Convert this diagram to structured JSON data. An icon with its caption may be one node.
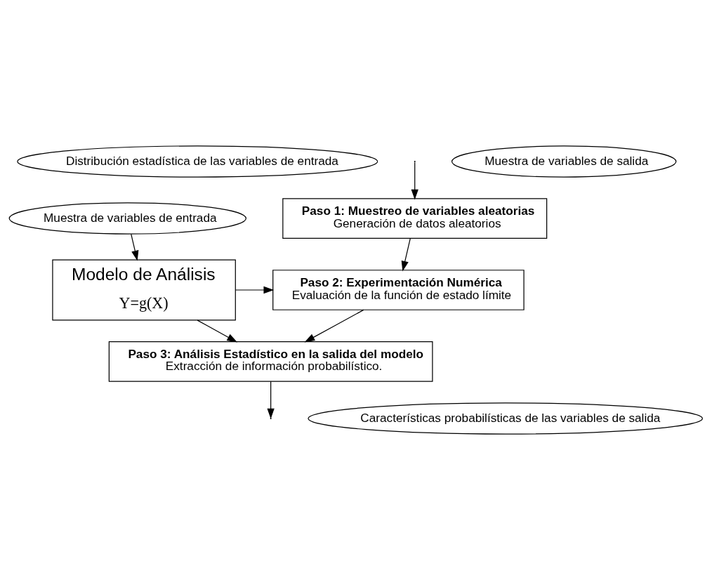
{
  "diagram": {
    "nodes": [
      {
        "text": [
          "Distribución estadística de las variables de entrada"
        ]
      },
      {
        "text": [
          "Paso 1: Muestreo de variables aleatorias",
          "Generación de datos aleatorios"
        ]
      },
      {
        "text": [
          "Muestra de variables de entrada"
        ]
      },
      {
        "text": [
          "Paso 2: Experimentación Numérica",
          "Evaluación de la función de estado límite"
        ]
      },
      {
        "text": [
          "Modelo de Análisis",
          "Y=g(X)"
        ]
      },
      {
        "text": [
          "Muestra de variables de salida"
        ]
      },
      {
        "text": [
          "Paso 3: Análisis Estadístico en la salida del modelo",
          "Extracción de información probabilístico."
        ]
      },
      {
        "text": [
          "Características probabilísticas de las variables de salida"
        ]
      }
    ],
    "edges": [
      {
        "from": null,
        "to": 1,
        "arrow": "to"
      },
      {
        "from": 1,
        "to": 3,
        "arrow": "to"
      },
      {
        "from": 2,
        "to": 4,
        "arrow": "to"
      },
      {
        "from": 4,
        "to": 3,
        "arrow": "to"
      },
      {
        "from": 3,
        "to": 6,
        "arrow": "to"
      },
      {
        "from": 4,
        "to": 6,
        "arrow": "to"
      },
      {
        "from": 6,
        "to": null,
        "arrow": "to"
      }
    ]
  }
}
